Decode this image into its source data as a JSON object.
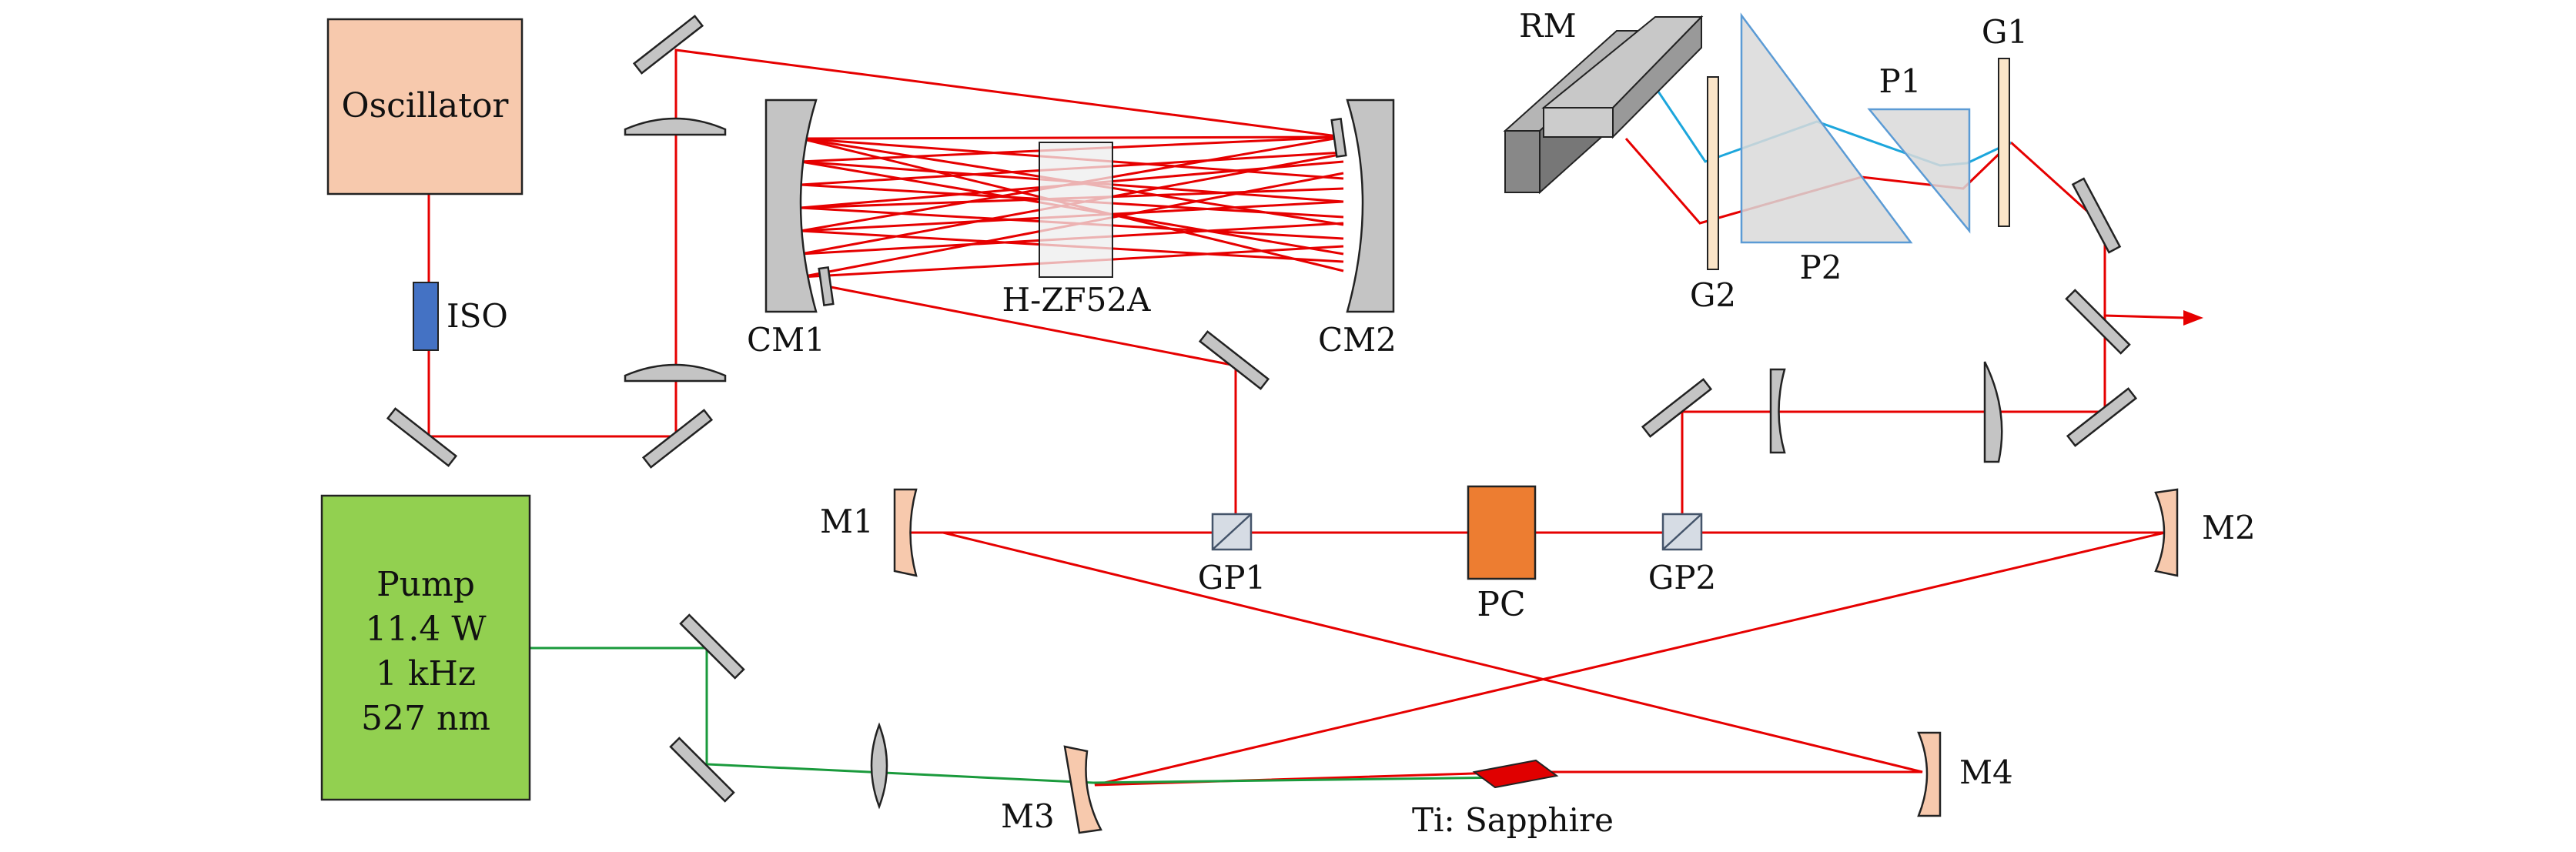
{
  "labels": {
    "oscillator": "Oscillator",
    "iso": "ISO",
    "cm1": "CM1",
    "cm2": "CM2",
    "hzf52a": "H-ZF52A",
    "rm": "RM",
    "g1": "G1",
    "g2": "G2",
    "p1": "P1",
    "p2": "P2",
    "m1": "M1",
    "m2": "M2",
    "m3": "M3",
    "m4": "M4",
    "gp1": "GP1",
    "gp2": "GP2",
    "pc": "PC",
    "ti_sapphire": "Ti: Sapphire"
  },
  "pump": {
    "line1": "Pump",
    "line2": "11.4 W",
    "line3": "1 kHz",
    "line4": "527 nm"
  },
  "colors": {
    "oscillator_fill": "#f7c9ad",
    "pump_fill": "#92d050",
    "iso_fill": "#4472c4",
    "pc_fill": "#ed7d31",
    "curved_mirror_fill": "#f7c9ad",
    "grating_fill": "#fbe5c8",
    "prism_fill": "#d9d9d9",
    "prism_edge": "#5b9bd5",
    "crystal_fill": "#e00000",
    "polarizer_fill": "#d6dce4",
    "red_beam": "#e60000",
    "green_beam": "#1a9a3c",
    "blue_beam": "#1ca6dc"
  }
}
